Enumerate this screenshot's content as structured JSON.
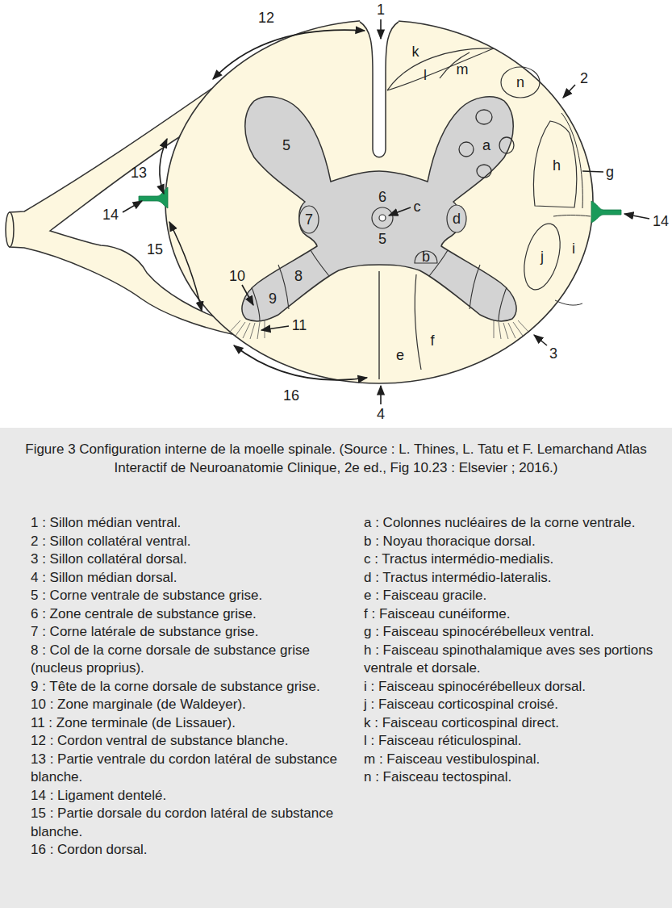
{
  "diagram": {
    "caption": "Figure 3 Configuration interne de la moelle spinale. (Source : L. Thines, L. Tatu et F. Lemarchand Atlas Interactif de Neuroanatomie Clinique, 2e ed., Fig 10.23 : Elsevier ; 2016.)",
    "labels": [
      "12",
      "1",
      "k",
      "l",
      "m",
      "n",
      "2",
      "5",
      "a",
      "h",
      "g",
      "13",
      "14",
      "6",
      "c",
      "7",
      "d",
      "14",
      "5",
      "15",
      "b",
      "10",
      "8",
      "i",
      "j",
      "9",
      "11",
      "e",
      "3",
      "f",
      "16",
      "4",
      "1 : Sillon médian ventral.",
      "2 : Sillon collatéral ventral.",
      "3 : Sillon collatéral dorsal.",
      "4 : Sillon médian dorsal.",
      "5 : Corne ventrale de substance grise.",
      "6 : Zone centrale de substance grise.",
      "7 : Corne latérale de substance grise.",
      "8 : Col de la corne dorsale de substance grise (nucleus proprius).",
      "9 : Tête de la corne dorsale de substance grise.",
      "10 : Zone marginale (de Waldeyer).",
      "11 : Zone terminale (de Lissauer).",
      "12 : Cordon ventral de substance blanche.",
      "13 : Partie ventrale du cordon latéral de substance blanche.",
      "14 : Ligament dentelé.",
      "15 : Partie dorsale du cordon latéral de substance blanche.",
      "16 : Cordon dorsal.",
      "a : Colonnes nucléaires de la corne ventrale.",
      "b : Noyau thoracique dorsal.",
      "c : Tractus intermédio-medialis.",
      "d : Tractus intermédio-lateralis.",
      "e : Faisceau gracile.",
      "f : Faisceau cunéiforme.",
      "g : Faisceau spinocérébelleux ventral.",
      "h : Faisceau spinothalamique aves ses portions ventrale et dorsale.",
      "i : Faisceau spinocérébelleux dorsal.",
      "j : Faisceau corticospinal croisé.",
      "k : Faisceau corticospinal direct.",
      "l : Faisceau réticulospinal.",
      "m : Faisceau vestibulospinal.",
      "n : Faisceau tectospinal."
    ]
  }
}
